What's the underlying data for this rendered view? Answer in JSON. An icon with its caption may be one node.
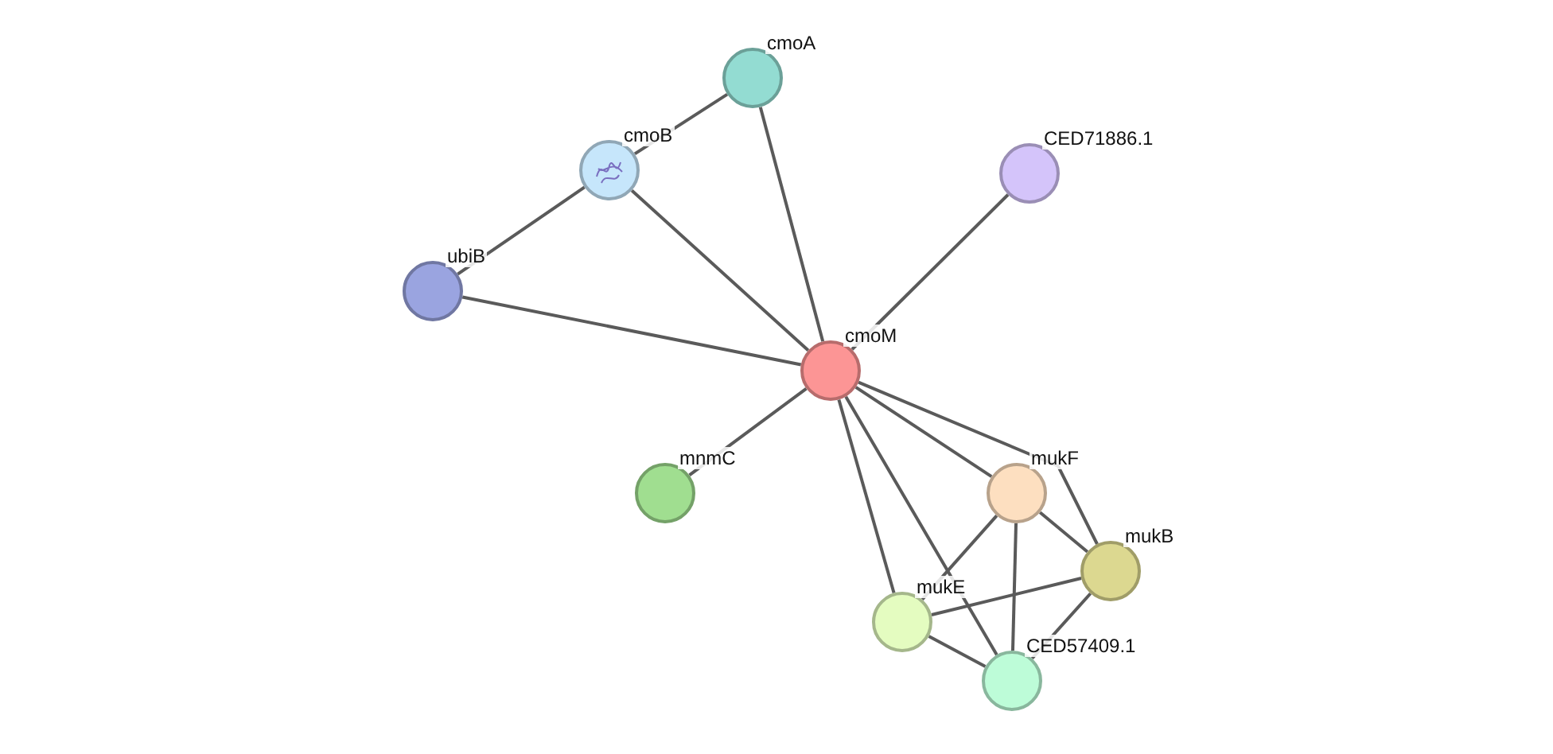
{
  "diagram": {
    "nodes": [
      {
        "text": [
          "cmoA"
        ]
      },
      {
        "text": [
          "cmoB"
        ]
      },
      {
        "text": [
          "CED71886.1"
        ]
      },
      {
        "text": [
          "ubiB"
        ]
      },
      {
        "text": [
          "cmoM"
        ]
      },
      {
        "text": [
          "mnmC"
        ]
      },
      {
        "text": [
          "mukF"
        ]
      },
      {
        "text": [
          "mukB"
        ]
      },
      {
        "text": [
          "mukE"
        ]
      },
      {
        "text": [
          "CED57409.1"
        ]
      }
    ],
    "edges": [
      {
        "from": 0,
        "to": 1,
        "arrow": "none"
      },
      {
        "from": 0,
        "to": 4,
        "arrow": "none"
      },
      {
        "from": 1,
        "to": 3,
        "arrow": "none"
      },
      {
        "from": 1,
        "to": 4,
        "arrow": "none"
      },
      {
        "from": 3,
        "to": 4,
        "arrow": "none"
      },
      {
        "from": 2,
        "to": 4,
        "arrow": "none"
      },
      {
        "from": 4,
        "to": 5,
        "arrow": "none"
      },
      {
        "from": 4,
        "to": 6,
        "arrow": "none"
      },
      {
        "from": 4,
        "to": 7,
        "arrow": "none"
      },
      {
        "from": 4,
        "to": 8,
        "arrow": "none"
      },
      {
        "from": 4,
        "to": 9,
        "arrow": "none"
      },
      {
        "from": 6,
        "to": 7,
        "arrow": "none"
      },
      {
        "from": 6,
        "to": 8,
        "arrow": "none"
      },
      {
        "from": 6,
        "to": 9,
        "arrow": "none"
      },
      {
        "from": 7,
        "to": 8,
        "arrow": "none"
      },
      {
        "from": 7,
        "to": 9,
        "arrow": "none"
      },
      {
        "from": 8,
        "to": 9,
        "arrow": "none"
      }
    ]
  }
}
